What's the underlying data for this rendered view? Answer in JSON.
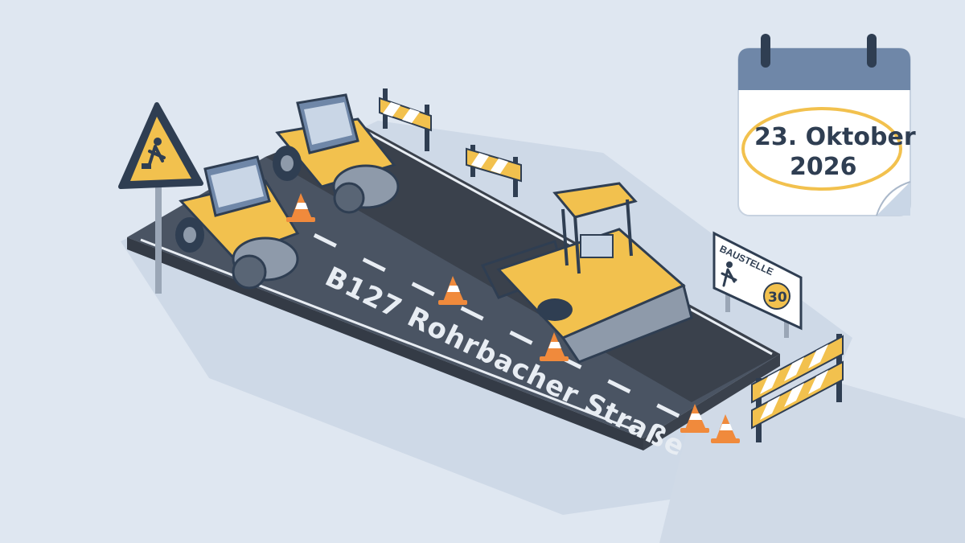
{
  "road": {
    "name": "B127 Rohrbacher Straße"
  },
  "calendar": {
    "line1": "23. Oktober",
    "line2": "2026"
  },
  "sign": {
    "label": "BAUSTELLE",
    "speed": "30"
  },
  "colors": {
    "background": "#dfe7f1",
    "asphalt": "#4a5463",
    "fresh_asphalt": "#3a414c",
    "machine_yellow": "#f2c14e",
    "accent_dark": "#2f3e52",
    "cone_orange": "#f08a3c",
    "calendar_header": "#6f87a8"
  },
  "icons": [
    "warning-sign-icon",
    "road-roller-icon",
    "asphalt-paver-icon",
    "traffic-cone-icon",
    "barrier-icon",
    "calendar-icon",
    "speed-limit-icon"
  ]
}
